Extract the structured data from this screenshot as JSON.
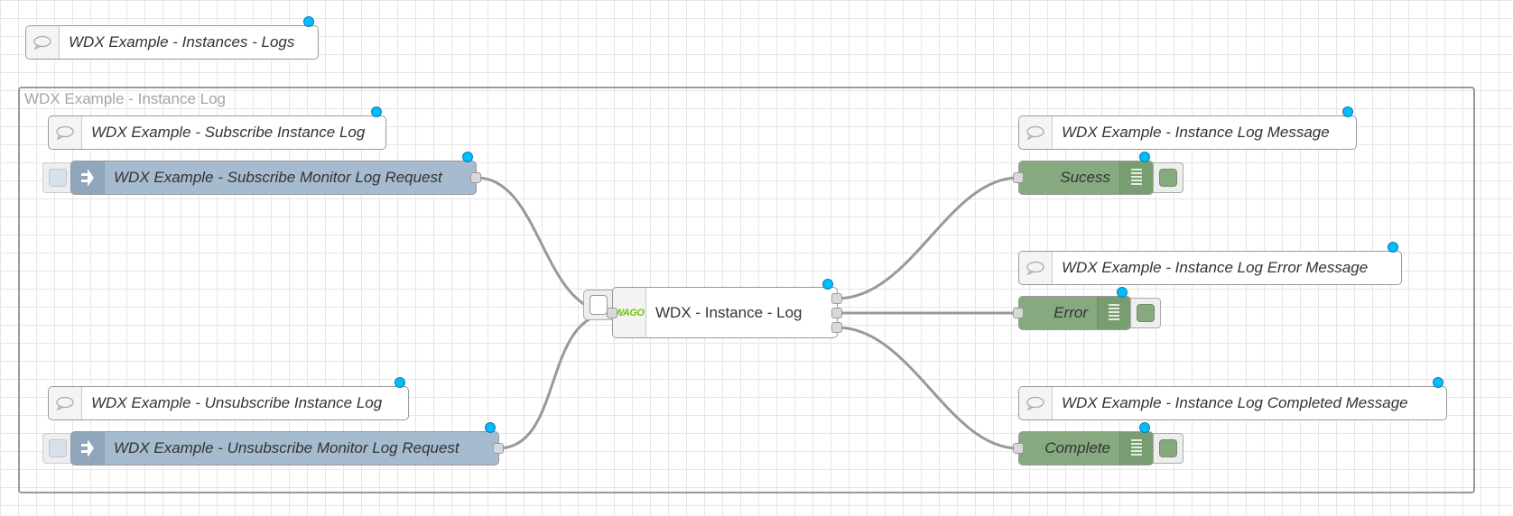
{
  "flow": {
    "top_comment": "WDX Example - Instances - Logs",
    "group_label": "WDX Example - Instance Log",
    "comments": {
      "subscribe": "WDX Example - Subscribe Instance Log",
      "unsubscribe": "WDX Example - Unsubscribe Instance Log",
      "log_message": "WDX Example - Instance Log Message",
      "error_message": "WDX Example - Instance Log Error Message",
      "completed_message": "WDX Example - Instance Log Completed Message"
    },
    "inject_nodes": {
      "subscribe": "WDX Example - Subscribe Monitor Log Request",
      "unsubscribe": "WDX Example - Unsubscribe Monitor Log Request"
    },
    "center_node": "WDX - Instance - Log",
    "center_logo": "WAGO",
    "debug_nodes": {
      "success": "Sucess",
      "error": "Error",
      "complete": "Complete"
    }
  },
  "colors": {
    "inject": "#a6bbcf",
    "debug": "#87a980",
    "badge": "#00bcff",
    "wire": "#999999",
    "group_border": "#999999"
  },
  "icons": {
    "comment": "speech-bubble-icon",
    "inject": "inject-arrow-icon",
    "debug": "list-lines-icon",
    "wago": "wago-logo"
  }
}
